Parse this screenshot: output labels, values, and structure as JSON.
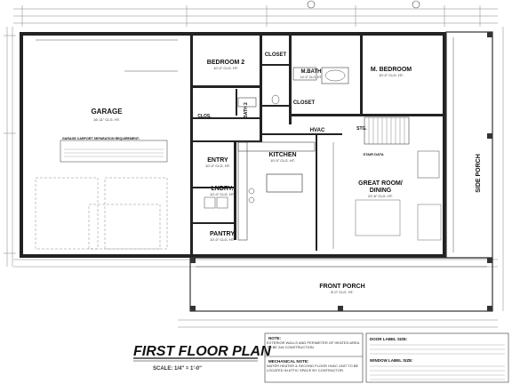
{
  "plan": {
    "title": "FIRST FLOOR PLAN",
    "scale": "SCALE: 1/4\" = 1'-0\"",
    "rooms": {
      "garage": {
        "name": "GARAGE",
        "size": "16'-11\" CLG. HT."
      },
      "bedroom2": {
        "name": "BEDROOM 2",
        "size": "10'-0\" CLG. HT."
      },
      "closet_b2": {
        "name": "CLOSET"
      },
      "mbath": {
        "name": "M.BATH",
        "size": "10'-0\" CLG. HT."
      },
      "mbedroom": {
        "name": "M. BEDROOM",
        "size": "10'-0\" CLG. HT."
      },
      "closet_mb": {
        "name": "CLOSET"
      },
      "bath2": {
        "name": "BATH 2"
      },
      "clos": {
        "name": "CLOS."
      },
      "hvac": {
        "name": "HVAC"
      },
      "entry": {
        "name": "ENTRY",
        "size": "10'-0\" CLG. HT."
      },
      "kitchen": {
        "name": "KITCHEN",
        "size": "10'-0\" CLG. HT."
      },
      "lndry": {
        "name": "LNDRY.",
        "size": "10'-0\" CLG. HT."
      },
      "pantry": {
        "name": "PANTRY",
        "size": "10'-0\" CLG. HT."
      },
      "great_room": {
        "name": "GREAT ROOM/",
        "name2": "DINING",
        "size": "22'-6\" CLG. HT."
      },
      "front_porch": {
        "name": "FRONT PORCH",
        "size": "8'-0\" CLG. HT."
      },
      "side_porch": {
        "name": "SIDE PORCH"
      },
      "stg": {
        "name": "STG."
      },
      "stair": {
        "name": "STAIR DATA"
      }
    },
    "notes": {
      "garage_sep_title": "GARAGE CARPORT SEPARATION REQUIREMENT:",
      "walls_title": "NOTE:",
      "walls_text": "EXTERIOR WALLS AND PERIMETER OF HEATED AREA TO BE 2x6 CONSTRUCTION",
      "mech_title": "MECHANICAL NOTE:",
      "mech_text": "WATER HEATER & SECOND FLOOR HVAC UNIT TO BE LOCATED IN ATTIC SPACE BY CONTRACTOR.",
      "door_label_title": "DOOR LABEL SIZE:",
      "window_label_title": "WINDOW LABEL SIZE:"
    }
  }
}
